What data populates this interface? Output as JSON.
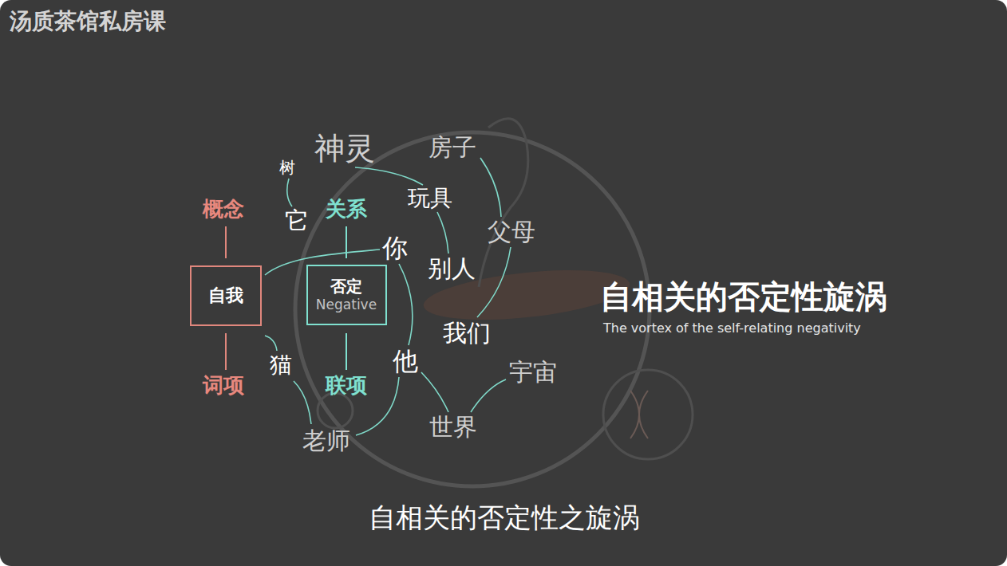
{
  "diagram": {
    "title": "自相关的否定性旋涡",
    "caption": "自相关的否定性之旋涡",
    "nodes": [
      {
        "text": [
          "自我"
        ]
      },
      {
        "text": [
          "否定",
          "Negative"
        ]
      }
    ],
    "labels": [
      "汤质茶馆私房课",
      "概念",
      "词项",
      "关系",
      "联项",
      "树",
      "它",
      "神灵",
      "房子",
      "玩具",
      "你",
      "父母",
      "别人",
      "我们",
      "他",
      "猫",
      "老师",
      "世界",
      "宇宙",
      "The vortex of the self-relating negativity"
    ]
  }
}
